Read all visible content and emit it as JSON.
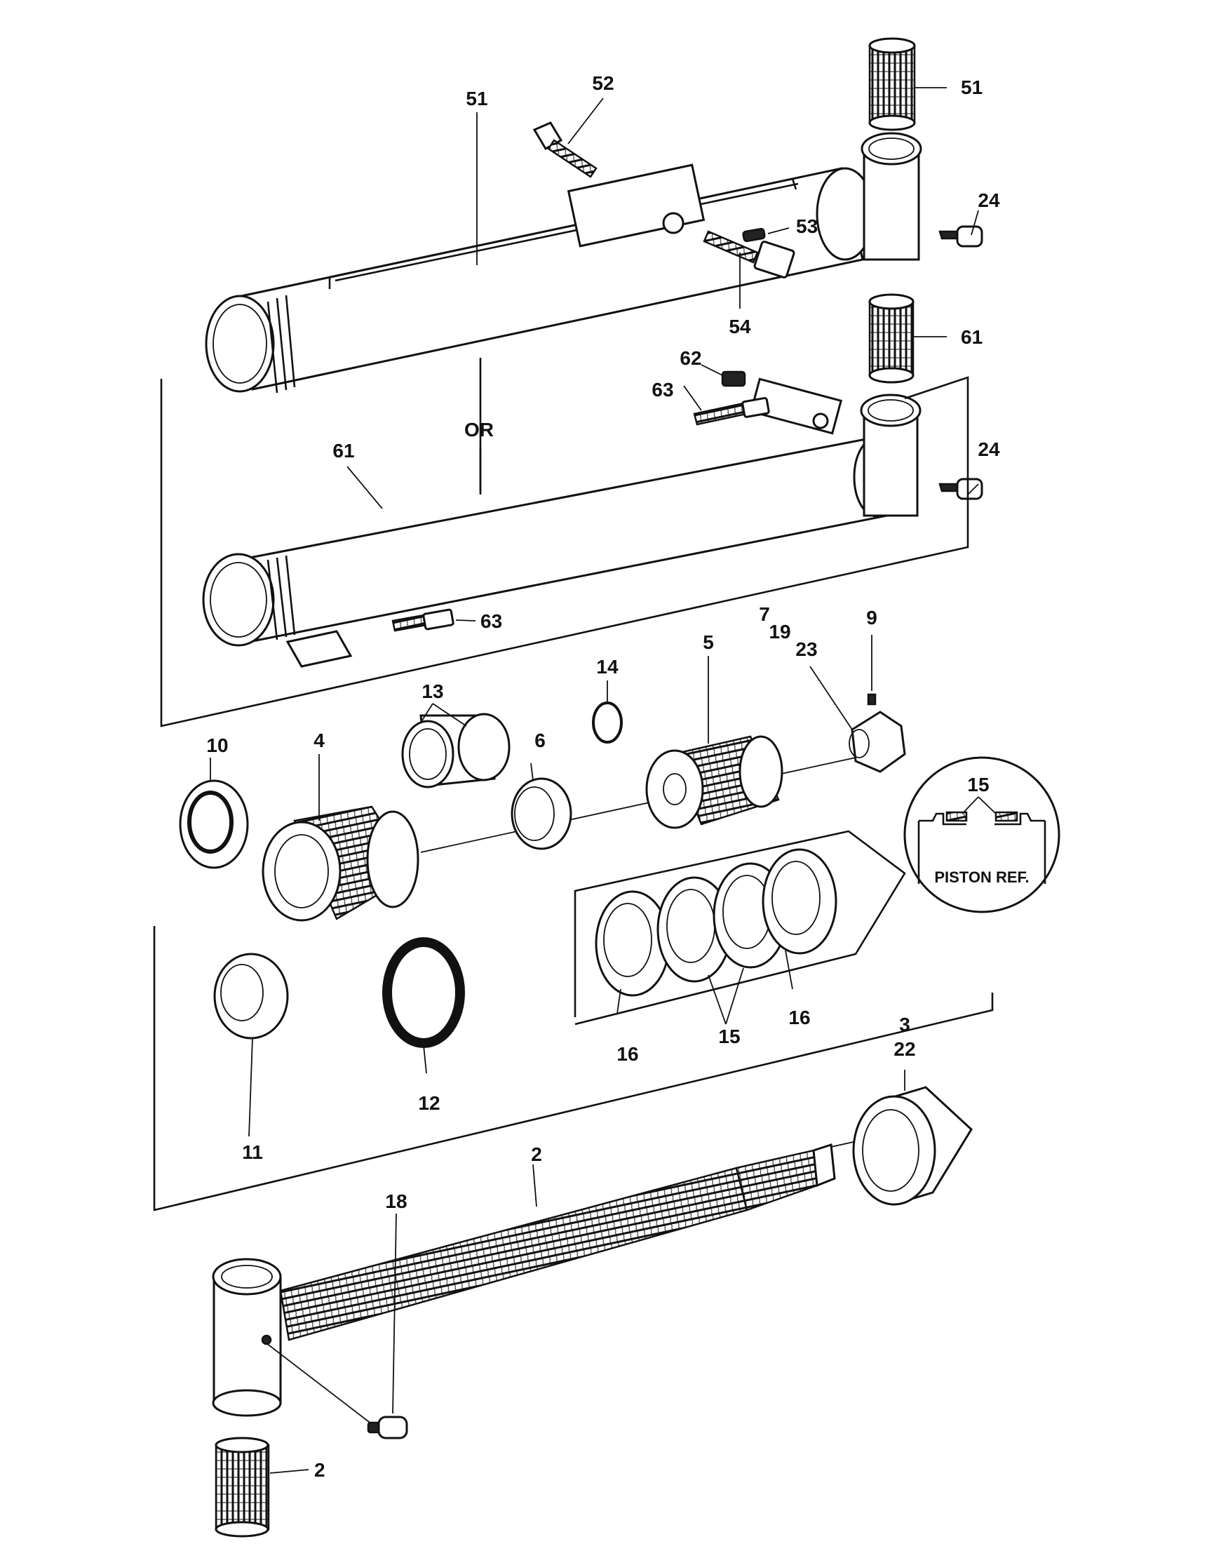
{
  "diagram": {
    "callouts": {
      "c51a": "51",
      "c52": "52",
      "c51b": "51",
      "c24a": "24",
      "c53": "53",
      "c54": "54",
      "c61a": "61",
      "c62": "62",
      "c63a": "63",
      "c24b": "24",
      "cOR": "OR",
      "c61b": "61",
      "c63b": "63",
      "c7": "7",
      "c19": "19",
      "c23": "23",
      "c9": "9",
      "c14": "14",
      "c5": "5",
      "c13": "13",
      "c6": "6",
      "c10": "10",
      "c4": "4",
      "c15a": "15",
      "c16a": "16",
      "c16b": "16",
      "c15b": "15",
      "c11": "11",
      "c12": "12",
      "c3": "3",
      "c22": "22",
      "c2a": "2",
      "c18": "18",
      "c2b": "2"
    },
    "inset_label": "PISTON REF."
  }
}
